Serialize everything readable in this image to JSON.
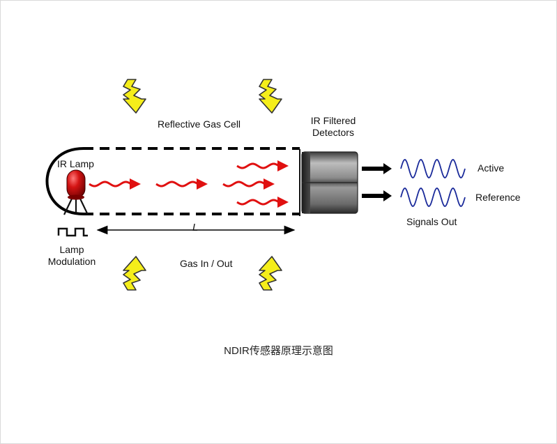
{
  "labels": {
    "reflective_gas_cell": "Reflective Gas Cell",
    "ir_filtered_detectors_line1": "IR Filtered",
    "ir_filtered_detectors_line2": "Detectors",
    "ir_lamp": "IR Lamp",
    "active": "Active",
    "reference": "Reference",
    "signals_out": "Signals Out",
    "path_length": "L",
    "lamp_modulation_line1": "Lamp",
    "lamp_modulation_line2": "Modulation",
    "gas_in_out": "Gas In / Out"
  },
  "caption": "NDIR传感器原理示意图",
  "colors": {
    "ir_ray": "#e01010",
    "lamp_bulb": "#cc1111",
    "gas_arrow_fill": "#f5ee1a",
    "gas_arrow_stroke": "#333333",
    "signal_wave": "#1a2a9a",
    "cell_outline": "#000000",
    "detector_body": "#6b6b6b"
  },
  "icons": {
    "gas_arrow": "zigzag-arrow-icon",
    "ir_ray": "wavy-arrow-icon",
    "lamp": "lightbulb-icon",
    "detector": "cylinder-detector-icon",
    "signal": "sine-wave-icon",
    "modulation": "square-wave-icon"
  }
}
